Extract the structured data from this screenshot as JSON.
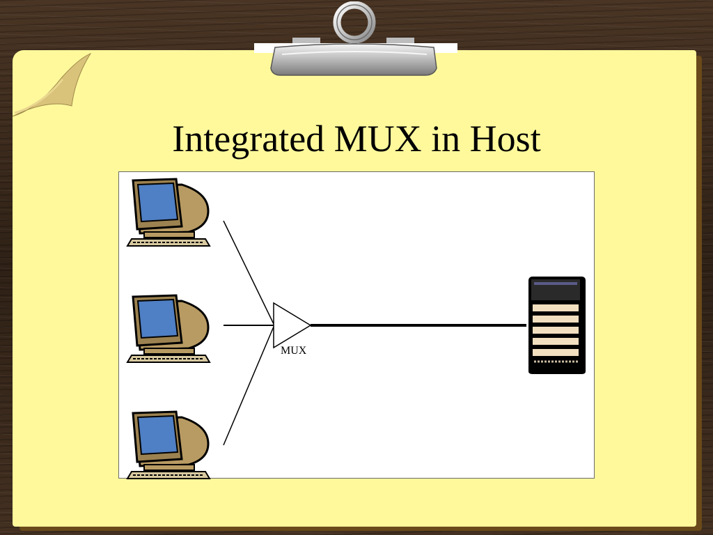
{
  "slide": {
    "title": "Integrated MUX in Host"
  },
  "diagram": {
    "mux_label": "MUX",
    "terminals": [
      "terminal-computer-1",
      "terminal-computer-2",
      "terminal-computer-3"
    ],
    "host": "host-server",
    "colors": {
      "paper": "#fff99c",
      "screen": "#4f7fc4",
      "monitor_case": "#b89b63",
      "line": "#000000"
    }
  }
}
